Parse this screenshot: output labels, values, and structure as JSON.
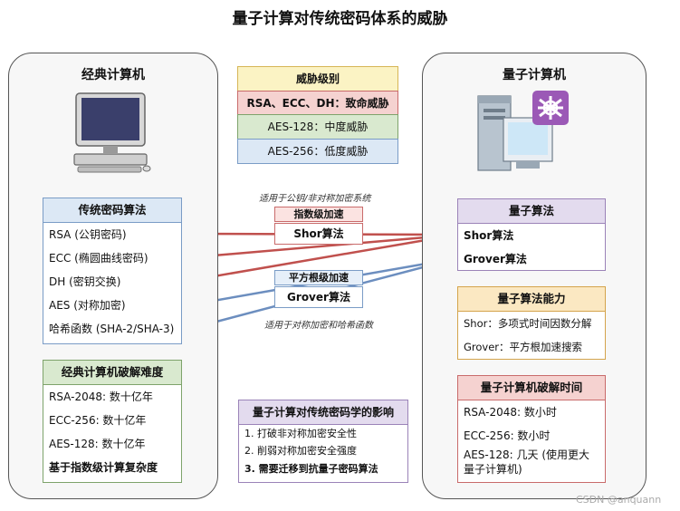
{
  "title": "量子计算对传统密码体系的威胁",
  "left_panel": {
    "title": "经典计算机",
    "icon": "desktop-computer-icon",
    "algorithms": {
      "header": "传统密码算法",
      "items": [
        "RSA (公钥密码)",
        "ECC (椭圆曲线密码)",
        "DH (密钥交换)",
        "AES (对称加密)",
        "哈希函数 (SHA-2/SHA-3)"
      ]
    },
    "difficulty": {
      "header": "经典计算机破解难度",
      "items": [
        "RSA-2048: 数十亿年",
        "ECC-256: 数十亿年",
        "AES-128: 数十亿年"
      ],
      "footer": "基于指数级计算复杂度"
    }
  },
  "threat_levels": {
    "header": "威胁级别",
    "fatal": "RSA、ECC、DH：致命威胁",
    "medium": "AES-128：中度威胁",
    "low": "AES-256：低度威胁"
  },
  "middle": {
    "note_top": "适用于公钥/非对称加密系统",
    "shor_tag": "指数级加速",
    "shor_label": "Shor算法",
    "grover_tag": "平方根级加速",
    "grover_label": "Grover算法",
    "note_bottom": "适用于对称加密和哈希函数"
  },
  "impact": {
    "header": "量子计算对传统密码学的影响",
    "items": [
      "1. 打破非对称加密安全性",
      "2. 削弱对称加密安全强度"
    ],
    "bold_item": "3. 需要迁移到抗量子密码算法"
  },
  "right_panel": {
    "title": "量子计算机",
    "icon": "quantum-computer-icon",
    "algorithms": {
      "header": "量子算法",
      "items": [
        "Shor算法",
        "Grover算法"
      ]
    },
    "capability": {
      "header": "量子算法能力",
      "items": [
        "Shor：多项式时间因数分解",
        "Grover：平方根加速搜索"
      ]
    },
    "crack_time": {
      "header": "量子计算机破解时间",
      "items": [
        "RSA-2048: 数小时",
        "ECC-256: 数小时",
        "AES-128: 几天 (使用更大",
        "量子计算机)"
      ]
    }
  },
  "colors": {
    "red_arrow": "#c0504d",
    "blue_arrow": "#6c8ebf"
  },
  "watermark": "CSDN @anquann"
}
